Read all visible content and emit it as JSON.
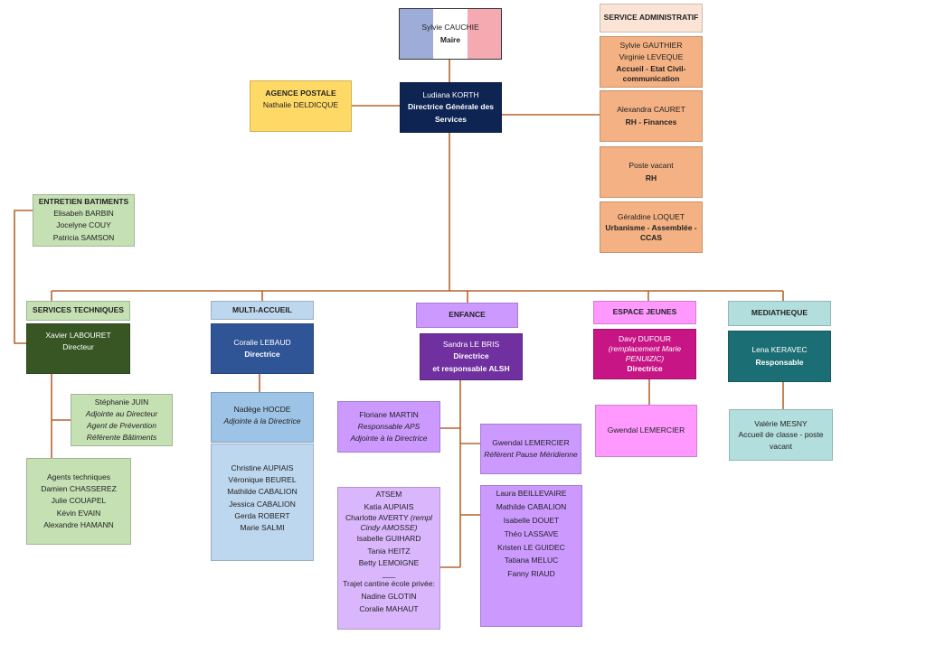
{
  "maire": {
    "name": "Sylvie CAUCHIE",
    "role": "Maire"
  },
  "dgs": {
    "name": "Ludiana KORTH",
    "role": "Directrice Générale des Services"
  },
  "agence_postale": {
    "title": "AGENCE POSTALE",
    "name": "Nathalie DELDICQUE"
  },
  "service_admin": {
    "title": "SERVICE ADMINISTRATIF",
    "units": [
      {
        "names": [
          "Sylvie GAUTHIER",
          "Virginie LEVEQUE"
        ],
        "role": "Accueil - Etat Civil- communication"
      },
      {
        "names": [
          "Alexandra CAURET"
        ],
        "role": "RH - Finances"
      },
      {
        "names": [
          "Poste vacant"
        ],
        "role": "RH"
      },
      {
        "names": [
          "Géraldine LOQUET"
        ],
        "role": "Urbanisme - Assemblée - CCAS"
      }
    ]
  },
  "entretien": {
    "title": "ENTRETIEN BATIMENTS",
    "members": [
      "Elisabeh BARBIN",
      "Jocelyne COUY",
      "Patricia SAMSON"
    ]
  },
  "services_techniques": {
    "title": "SERVICES TECHNIQUES",
    "head": {
      "name": "Xavier LABOURET",
      "role": "Directeur"
    },
    "adjoint": {
      "name": "Stéphanie JUIN",
      "roles": [
        "Adjointe au Directeur",
        "Agent de Prévention",
        "Référente Bâtiments"
      ]
    },
    "agents": {
      "title": "Agents techniques",
      "members": [
        "Damien CHASSEREZ",
        "Julie COUAPEL",
        "Kévin EVAIN",
        "Alexandre HAMANN"
      ]
    }
  },
  "multi_accueil": {
    "title": "MULTI-ACCUEIL",
    "head": {
      "name": "Coralie LEBAUD",
      "role": "Directrice"
    },
    "adjoint": {
      "name": "Nadège HOCDE",
      "role": "Adjointe à la Directrice"
    },
    "members": [
      "Christine AUPIAIS",
      "Véronique BEUREL",
      "Mathilde CABALION",
      "Jessica CABALION",
      "Gerda ROBERT",
      "Marie SALMI"
    ]
  },
  "enfance": {
    "title": "ENFANCE",
    "head": {
      "name": "Sandra LE BRIS",
      "roles": [
        "Directrice",
        "et responsable ALSH"
      ]
    },
    "aps": {
      "name": "Floriane MARTIN",
      "roles": [
        "Responsable APS",
        "Adjointe à la Directrice"
      ]
    },
    "pause": {
      "name": "Gwendal LEMERCIER",
      "role": "Référent Pause Méridienne"
    },
    "atsem": {
      "title": "ATSEM",
      "members": [
        "Katia AUPIAIS",
        "Charlotte AVERTY",
        "Isabelle GUIHARD",
        "Tania HEITZ",
        "Betty LEMOIGNE"
      ],
      "charlotte_note": "(rempl Cindy AMOSSE)",
      "separator": "___",
      "trajet_title": "Trajet cantine école privée:",
      "trajet_members": [
        "Nadine GLOTIN",
        "Coralie MAHAUT"
      ]
    },
    "animateurs": [
      "Laura BEILLEVAIRE",
      "Mathilde CABALION",
      "Isabelle DOUET",
      "Théo LASSAVE",
      "Kristen LE GUIDEC",
      "Tatiana MELUC",
      "Fanny RIAUD"
    ]
  },
  "espace_jeunes": {
    "title": "ESPACE JEUNES",
    "head": {
      "name": "Davy DUFOUR",
      "note": "(remplacement Marie PENUIZIC)",
      "role": "Directrice"
    },
    "member": "Gwendal LEMERCIER"
  },
  "mediatheque": {
    "title": "MEDIATHEQUE",
    "head": {
      "name": "Lena KERAVEC",
      "role": "Responsable"
    },
    "member": {
      "name": "Valérie MESNY",
      "role": "Accueil de classe - poste vacant"
    }
  },
  "colors": {
    "line": "#b5652e",
    "dgs": "#0e2453",
    "agence": "#ffd966",
    "admin": "#f4b183",
    "green_light": "#c5e0b3",
    "green_dark": "#375623",
    "blue_light": "#bdd7ee",
    "blue_dark": "#2f5597",
    "purple_light": "#cc99ff",
    "purple_dark": "#7030a0",
    "pink": "#ff99ff",
    "magenta": "#c71585",
    "teal": "#1b6f74",
    "teal_light": "#b3dede"
  }
}
